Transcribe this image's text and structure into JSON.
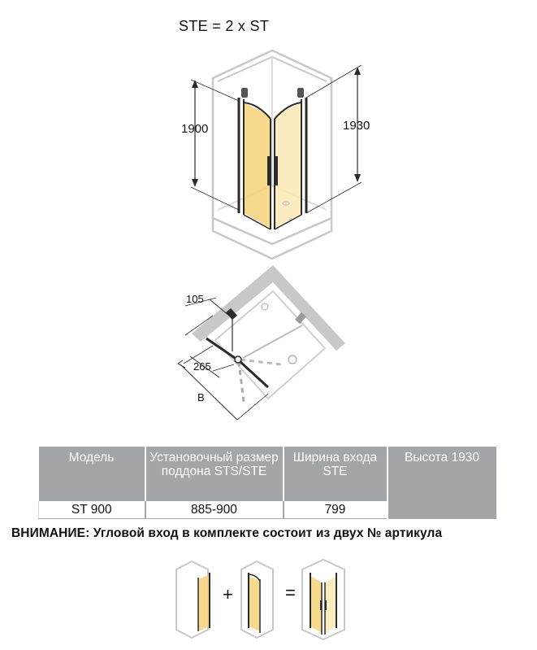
{
  "title": "STE = 2 x ST",
  "dimensions": {
    "height_left": "1900",
    "height_right": "1930",
    "offset_top": "105",
    "offset_side": "265",
    "width_label": "B"
  },
  "table": {
    "headers": [
      "Модель",
      "Установочный размер поддона STS/STE",
      "Ширина входа STE",
      "Высота 1930"
    ],
    "rows": [
      [
        "ST 900",
        "885-900",
        "799"
      ]
    ]
  },
  "notice": "ВНИМАНИЕ: Угловой вход в комплекте состоит из двух № артикула",
  "equation": {
    "plus": "+",
    "equals": "="
  },
  "colors": {
    "frame_gray": "#c8c8c8",
    "panel_gold": "#f6d27a",
    "header_gray": "#a3a6a9",
    "profile_dark": "#2b2b2b"
  }
}
